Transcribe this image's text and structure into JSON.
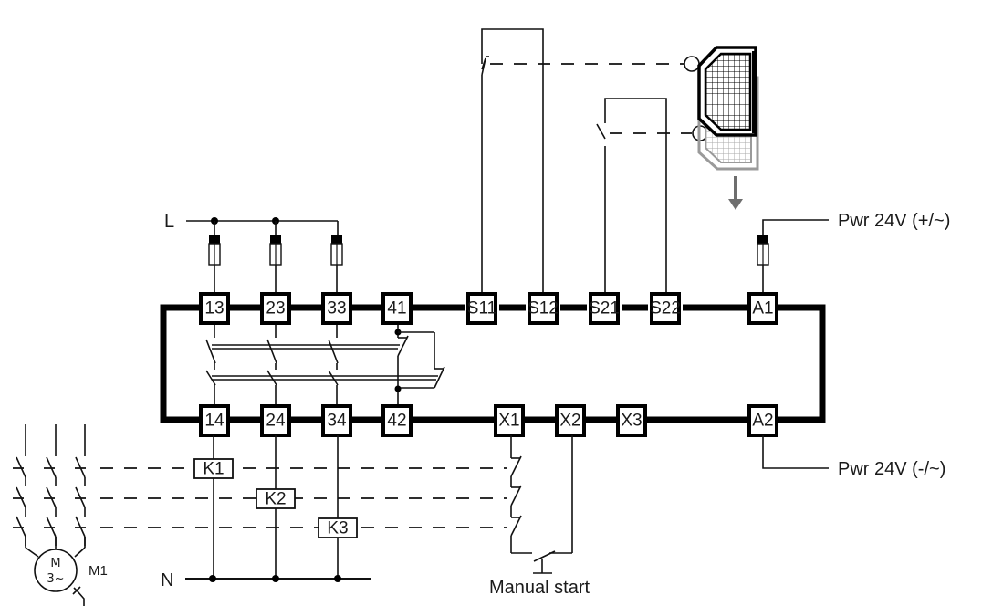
{
  "diagram": {
    "title": "Safety relay wiring diagram",
    "supply_labels": {
      "line": "L",
      "neutral": "N",
      "power_plus": "Pwr 24V (+/~)",
      "power_minus": "Pwr 24V (-/~)"
    },
    "top_terminals": [
      "13",
      "23",
      "33",
      "41",
      "S11",
      "S12",
      "S21",
      "S22",
      "A1"
    ],
    "bottom_terminals": [
      "14",
      "24",
      "34",
      "42",
      "X1",
      "X2",
      "X3",
      "A2"
    ],
    "contactor_coils": [
      "K1",
      "K2",
      "K3"
    ],
    "motor": {
      "name": "M1",
      "symbol_line1": "M",
      "symbol_line2": "3~"
    },
    "manual_start_label": "Manual start",
    "colors": {
      "line": "#000000",
      "ghost_guard": "#9a9a9a",
      "arrow": "#6e6e6e"
    }
  }
}
